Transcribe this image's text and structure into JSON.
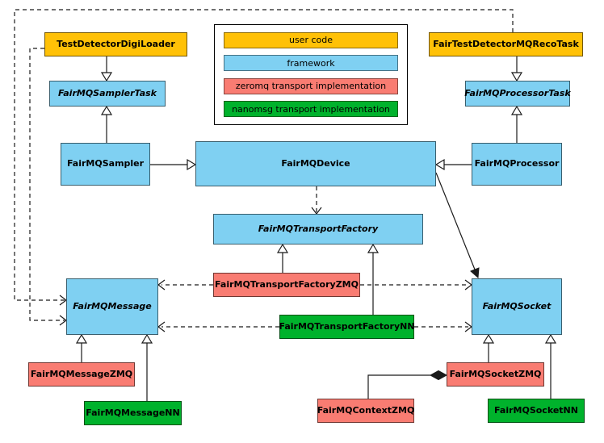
{
  "colors": {
    "user_code": "#ffc107",
    "framework": "#7fd0f2",
    "zeromq": "#f97c72",
    "nanomsg": "#00b22c"
  },
  "legend": {
    "items": [
      {
        "label": "user code",
        "color": "#ffc107"
      },
      {
        "label": "framework",
        "color": "#7fd0f2"
      },
      {
        "label": "zeromq transport implementation",
        "color": "#f97c72"
      },
      {
        "label": "nanomsg transport implementation",
        "color": "#00b22c"
      }
    ]
  },
  "nodes": {
    "digiLoader": {
      "label": "TestDetectorDigiLoader",
      "category": "user_code"
    },
    "recoTask": {
      "label": "FairTestDetectorMQRecoTask",
      "category": "user_code"
    },
    "samplerTask": {
      "label": "FairMQSamplerTask",
      "category": "framework",
      "abstract": true
    },
    "processorTask": {
      "label": "FairMQProcessorTask",
      "category": "framework",
      "abstract": true
    },
    "sampler": {
      "label": "FairMQSampler",
      "category": "framework"
    },
    "device": {
      "label": "FairMQDevice",
      "category": "framework"
    },
    "processor": {
      "label": "FairMQProcessor",
      "category": "framework"
    },
    "transportFactory": {
      "label": "FairMQTransportFactory",
      "category": "framework",
      "abstract": true
    },
    "transportFactoryZMQ": {
      "label": "FairMQTransportFactoryZMQ",
      "category": "zeromq"
    },
    "transportFactoryNN": {
      "label": "FairMQTransportFactoryNN",
      "category": "nanomsg"
    },
    "message": {
      "label": "FairMQMessage",
      "category": "framework",
      "abstract": true
    },
    "socket": {
      "label": "FairMQSocket",
      "category": "framework",
      "abstract": true
    },
    "messageZMQ": {
      "label": "FairMQMessageZMQ",
      "category": "zeromq"
    },
    "messageNN": {
      "label": "FairMQMessageNN",
      "category": "nanomsg"
    },
    "contextZMQ": {
      "label": "FairMQContextZMQ",
      "category": "zeromq"
    },
    "socketZMQ": {
      "label": "FairMQSocketZMQ",
      "category": "zeromq"
    },
    "socketNN": {
      "label": "FairMQSocketNN",
      "category": "nanomsg"
    }
  },
  "edges": [
    {
      "from": "TestDetectorDigiLoader",
      "to": "FairMQSamplerTask",
      "type": "inheritance"
    },
    {
      "from": "FairMQSampler",
      "to": "FairMQSamplerTask",
      "type": "inheritance"
    },
    {
      "from": "FairTestDetectorMQRecoTask",
      "to": "FairMQProcessorTask",
      "type": "inheritance"
    },
    {
      "from": "FairMQProcessor",
      "to": "FairMQProcessorTask",
      "type": "inheritance"
    },
    {
      "from": "FairMQSampler",
      "to": "FairMQDevice",
      "type": "inheritance"
    },
    {
      "from": "FairMQProcessor",
      "to": "FairMQDevice",
      "type": "inheritance"
    },
    {
      "from": "FairMQDevice",
      "to": "FairMQTransportFactory",
      "type": "dependency"
    },
    {
      "from": "FairMQDevice",
      "to": "FairMQSocket",
      "type": "association"
    },
    {
      "from": "FairMQTransportFactoryZMQ",
      "to": "FairMQTransportFactory",
      "type": "inheritance"
    },
    {
      "from": "FairMQTransportFactoryNN",
      "to": "FairMQTransportFactory",
      "type": "inheritance"
    },
    {
      "from": "FairMQTransportFactoryZMQ",
      "to": "FairMQMessage",
      "type": "dependency"
    },
    {
      "from": "FairMQTransportFactoryZMQ",
      "to": "FairMQSocket",
      "type": "dependency"
    },
    {
      "from": "FairMQTransportFactoryNN",
      "to": "FairMQMessage",
      "type": "dependency"
    },
    {
      "from": "FairMQTransportFactoryNN",
      "to": "FairMQSocket",
      "type": "dependency"
    },
    {
      "from": "FairMQMessageZMQ",
      "to": "FairMQMessage",
      "type": "inheritance"
    },
    {
      "from": "FairMQMessageNN",
      "to": "FairMQMessage",
      "type": "inheritance"
    },
    {
      "from": "FairMQSocketZMQ",
      "to": "FairMQSocket",
      "type": "inheritance"
    },
    {
      "from": "FairMQSocketNN",
      "to": "FairMQSocket",
      "type": "inheritance"
    },
    {
      "from": "FairMQContextZMQ",
      "to": "FairMQSocketZMQ",
      "type": "composition"
    },
    {
      "from": "FairTestDetectorMQRecoTask",
      "to": "FairMQMessage",
      "type": "dependency"
    },
    {
      "from": "TestDetectorDigiLoader",
      "to": "FairMQMessage",
      "type": "dependency"
    }
  ]
}
